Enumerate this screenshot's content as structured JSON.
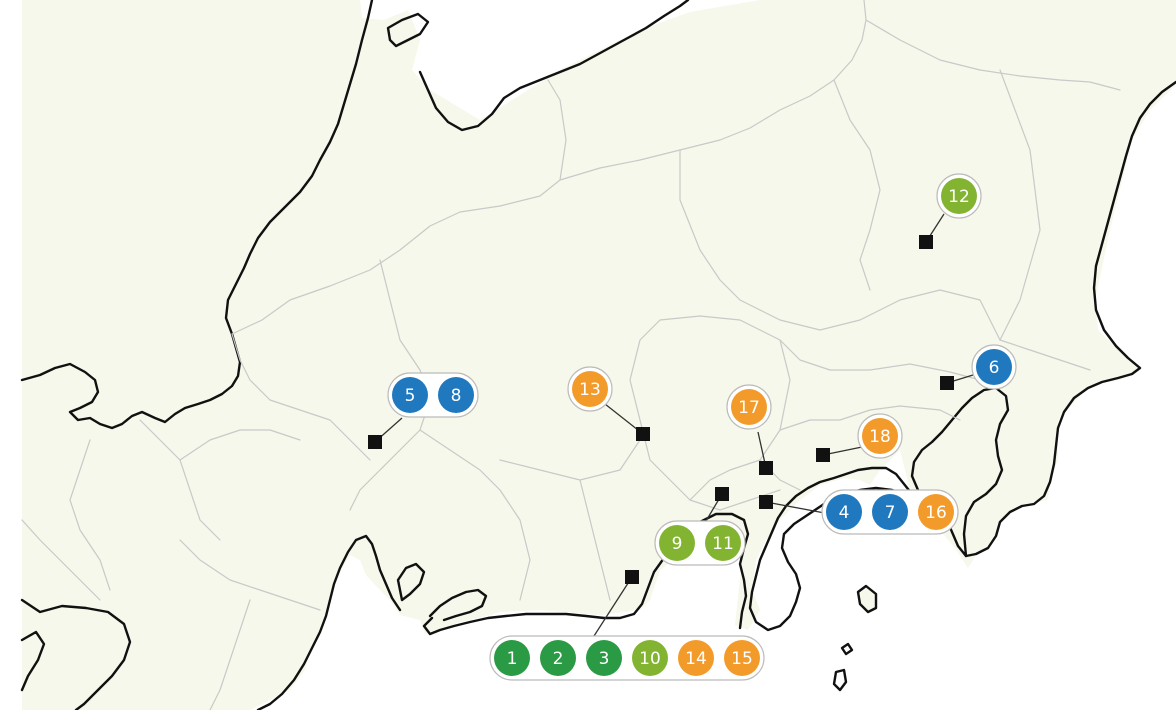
{
  "colors": {
    "land": "#f5f8ea",
    "coast": "#111111",
    "boundary": "#c9c9c9",
    "marker": "#111111",
    "pill_bg": "#ffffff",
    "pill_border": "#bbbbbb",
    "category_dark_green": "#2a9a44",
    "category_light_green": "#83b431",
    "category_blue": "#2079bf",
    "category_orange": "#f39b2a"
  },
  "callouts": [
    {
      "id": "c-a",
      "badges": [
        {
          "label": "12",
          "category": "light_green"
        }
      ]
    },
    {
      "id": "c-b",
      "badges": [
        {
          "label": "6",
          "category": "blue"
        }
      ]
    },
    {
      "id": "c-c",
      "badges": [
        {
          "label": "5",
          "category": "blue"
        },
        {
          "label": "8",
          "category": "blue"
        }
      ]
    },
    {
      "id": "c-d",
      "badges": [
        {
          "label": "13",
          "category": "orange"
        }
      ]
    },
    {
      "id": "c-e",
      "badges": [
        {
          "label": "17",
          "category": "orange"
        }
      ]
    },
    {
      "id": "c-f",
      "badges": [
        {
          "label": "18",
          "category": "orange"
        }
      ]
    },
    {
      "id": "c-g",
      "badges": [
        {
          "label": "4",
          "category": "blue"
        },
        {
          "label": "7",
          "category": "blue"
        },
        {
          "label": "16",
          "category": "orange"
        }
      ]
    },
    {
      "id": "c-h",
      "badges": [
        {
          "label": "9",
          "category": "light_green"
        },
        {
          "label": "11",
          "category": "light_green"
        }
      ]
    },
    {
      "id": "c-i",
      "badges": [
        {
          "label": "1",
          "category": "dark_green"
        },
        {
          "label": "2",
          "category": "dark_green"
        },
        {
          "label": "3",
          "category": "dark_green"
        },
        {
          "label": "10",
          "category": "light_green"
        },
        {
          "label": "14",
          "category": "orange"
        },
        {
          "label": "15",
          "category": "orange"
        }
      ]
    }
  ]
}
